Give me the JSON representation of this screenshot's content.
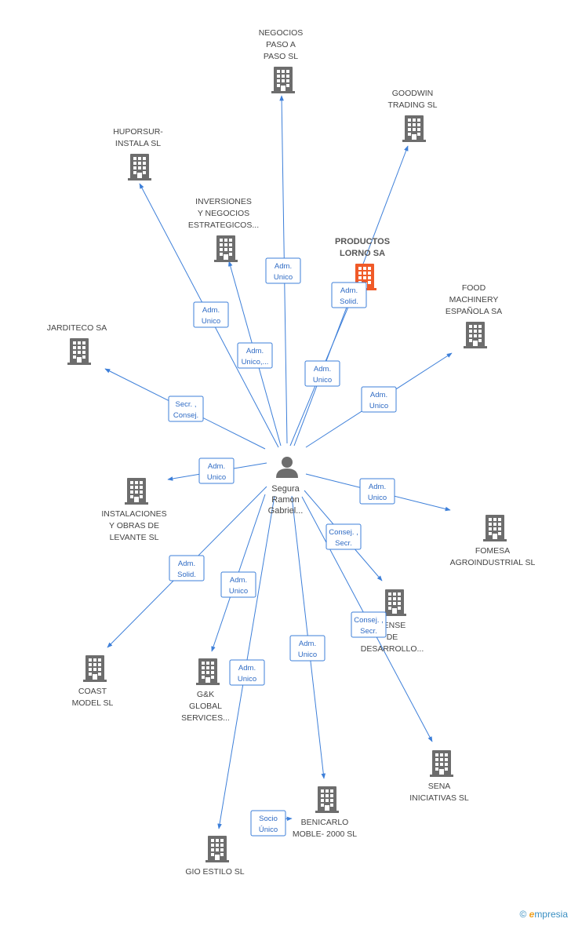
{
  "colors": {
    "edge": "#3d7fd9",
    "building": "#6d6d6d",
    "highlight": "#f05a28",
    "person": "#6d6d6d"
  },
  "center": {
    "name_lines": [
      "Segura",
      "Ramon",
      "Gabriel..."
    ]
  },
  "companies": [
    {
      "id": "negocios",
      "lines": [
        "NEGOCIOS",
        "PASO A",
        "PASO SL"
      ],
      "highlight": false
    },
    {
      "id": "goodwin",
      "lines": [
        "GOODWIN",
        "TRADING SL"
      ],
      "highlight": false
    },
    {
      "id": "huporsur",
      "lines": [
        "HUPORSUR-",
        "INSTALA SL"
      ],
      "highlight": false
    },
    {
      "id": "inversiones",
      "lines": [
        "INVERSIONES",
        "Y NEGOCIOS",
        "ESTRATEGICOS..."
      ],
      "highlight": false
    },
    {
      "id": "productos",
      "lines": [
        "PRODUCTOS",
        "LORNO SA"
      ],
      "highlight": true
    },
    {
      "id": "food",
      "lines": [
        "FOOD",
        "MACHINERY",
        "ESPAÑOLA SA"
      ],
      "highlight": false
    },
    {
      "id": "jarditeco",
      "lines": [
        "JARDITECO SA"
      ],
      "highlight": false
    },
    {
      "id": "instalaciones",
      "lines": [
        "INSTALACIONES",
        "Y OBRAS DE",
        "LEVANTE SL"
      ],
      "highlight": false
    },
    {
      "id": "fomesa",
      "lines": [
        "FOMESA",
        "AGROINDUSTRIAL SL"
      ],
      "highlight": false
    },
    {
      "id": "lense",
      "lines": [
        "LENSE",
        "DE",
        "DESARROLLO..."
      ],
      "highlight": false
    },
    {
      "id": "coast",
      "lines": [
        "COAST",
        "MODEL  SL"
      ],
      "highlight": false
    },
    {
      "id": "gk",
      "lines": [
        "G&K",
        "GLOBAL",
        "SERVICES..."
      ],
      "highlight": false
    },
    {
      "id": "sena",
      "lines": [
        "SENA",
        "INICIATIVAS SL"
      ],
      "highlight": false
    },
    {
      "id": "benicarlo",
      "lines": [
        "BENICARLO",
        "MOBLE- 2000 SL"
      ],
      "highlight": false
    },
    {
      "id": "gio",
      "lines": [
        "GIO ESTILO SL"
      ],
      "highlight": false
    }
  ],
  "relations": [
    {
      "target": "negocios",
      "lines": [
        "Adm.",
        "Unico"
      ]
    },
    {
      "target": "huporsur",
      "lines": [
        "Adm.",
        "Unico"
      ]
    },
    {
      "target": "inversiones",
      "lines": [
        "Adm.",
        "Unico,..."
      ]
    },
    {
      "target": "productos",
      "lines": [
        "Adm.",
        "Solid."
      ]
    },
    {
      "target": "goodwin",
      "lines": [
        "Adm.",
        "Unico"
      ]
    },
    {
      "target": "food",
      "lines": [
        "Adm.",
        "Unico"
      ]
    },
    {
      "target": "jarditeco",
      "lines": [
        "Secr. ,",
        "Consej."
      ]
    },
    {
      "target": "instalaciones",
      "lines": [
        "Adm.",
        "Unico"
      ]
    },
    {
      "target": "fomesa",
      "lines": [
        "Adm.",
        "Unico"
      ]
    },
    {
      "target": "lense",
      "lines": [
        "Consej. ,",
        "Secr."
      ]
    },
    {
      "target": "sena",
      "lines": [
        "Consej. ,",
        "Secr."
      ]
    },
    {
      "target": "coast",
      "lines": [
        "Adm.",
        "Solid."
      ]
    },
    {
      "target": "gk",
      "lines": [
        "Adm.",
        "Unico"
      ]
    },
    {
      "target": "benicarlo",
      "lines": [
        "Adm.",
        "Unico"
      ]
    },
    {
      "target": "gio",
      "lines": [
        "Adm.",
        "Unico"
      ]
    },
    {
      "target": "benicarlo",
      "from": "gio",
      "lines": [
        "Socio",
        "Único"
      ]
    }
  ],
  "brand": {
    "symbol": "©",
    "e": "e",
    "rest": "mpresia"
  }
}
